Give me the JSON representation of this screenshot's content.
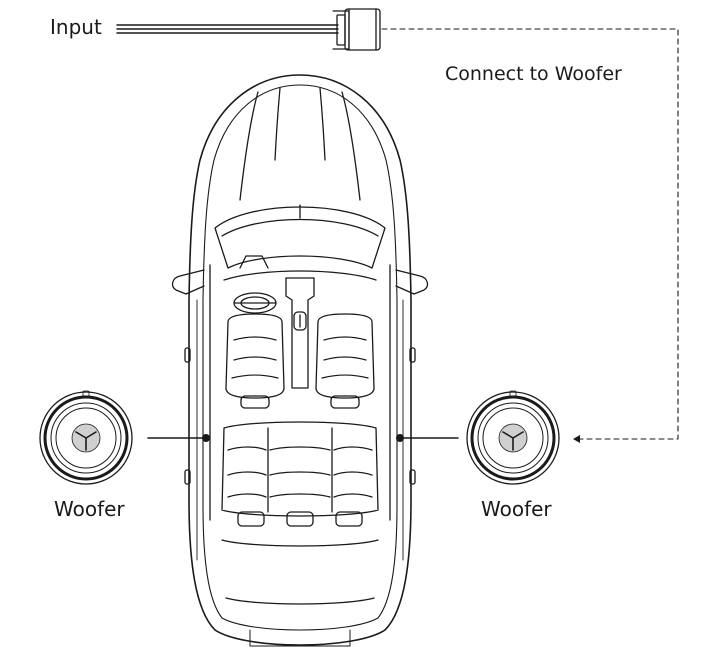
{
  "labels": {
    "input": "Input",
    "connect": "Connect to Woofer",
    "woofer_left": "Woofer",
    "woofer_right": "Woofer"
  },
  "colors": {
    "line": "#1a1a1a",
    "cone": "#d0d0d0",
    "background": "#ffffff"
  },
  "icons": [
    "input-connector-icon",
    "car-top-view-icon",
    "woofer-speaker-icon"
  ]
}
